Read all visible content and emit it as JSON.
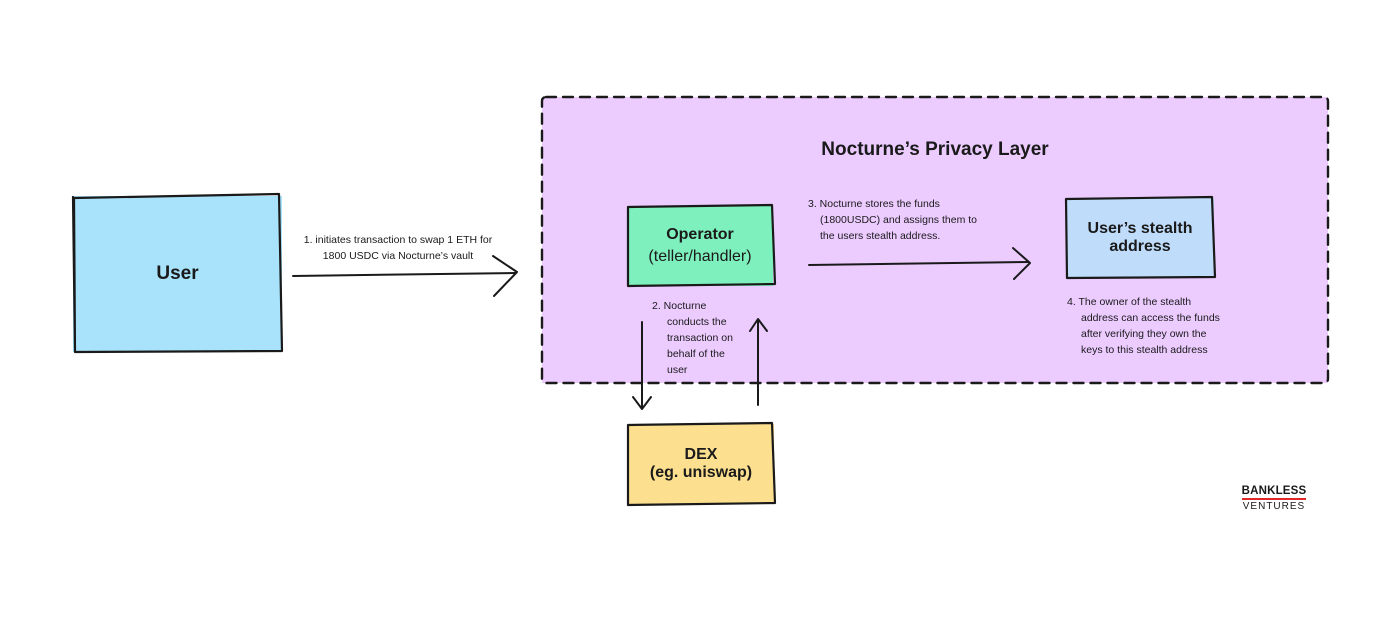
{
  "privacy_layer": {
    "title": "Nocturne’s Privacy Layer"
  },
  "nodes": {
    "user": "User",
    "operator": {
      "line1": "Operator",
      "line2": "(teller/handler)"
    },
    "stealth": {
      "line1": "User’s stealth",
      "line2": "address"
    },
    "dex": {
      "line1": "DEX",
      "line2": "(eg. uniswap)"
    }
  },
  "steps": {
    "step1": {
      "line1": "1.  initiates transaction to swap 1 ETH for",
      "line2": "1800 USDC via Nocturne’s vault"
    },
    "step2": {
      "line1": "2.  Nocturne",
      "line2": "conducts the",
      "line3": "transaction on",
      "line4": "behalf of the",
      "line5": "user"
    },
    "step3": {
      "line1": "3.  Nocturne stores the funds",
      "line2": "(1800USDC) and assigns them to",
      "line3": "the users stealth address."
    },
    "step4": {
      "line1": "4.  The owner of the stealth",
      "line2": "address can access the funds",
      "line3": "after verifying they own the",
      "line4": "keys to this stealth address"
    }
  },
  "logo": {
    "top": "BANKLESS",
    "bottom": "VENTURES"
  }
}
